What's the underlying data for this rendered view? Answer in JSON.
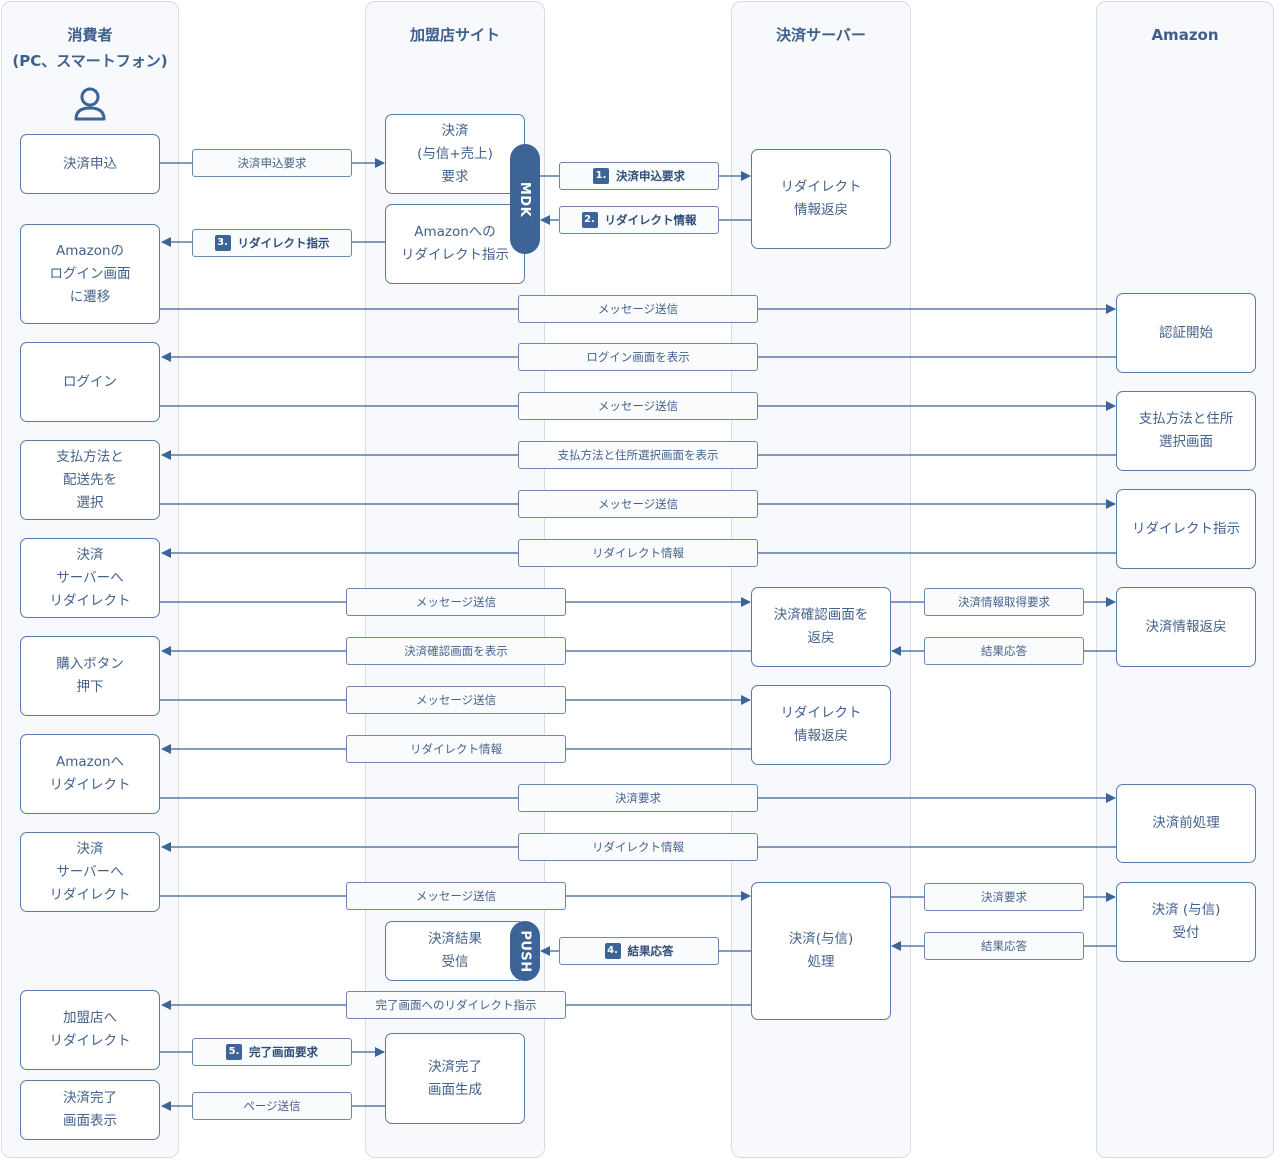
{
  "lanes": {
    "consumer": "消費者\n(PC、スマートフォン)",
    "merchant": "加盟店サイト",
    "payment_server": "決済サーバー",
    "amazon": "Amazon"
  },
  "icons": {
    "consumer": "person-icon"
  },
  "boxes": {
    "c1": "決済申込",
    "c2": "Amazonの\nログイン画面\nに遷移",
    "c3": "ログイン",
    "c4": "支払方法と\n配送先を\n選択",
    "c5": "決済\nサーバーへ\nリダイレクト",
    "c6": "購入ボタン\n押下",
    "c7": "Amazonへ\nリダイレクト",
    "c8": "決済\nサーバーへ\nリダイレクト",
    "c9": "加盟店へ\nリダイレクト",
    "c10": "決済完了\n画面表示",
    "m1": "決済\n(与信+売上)\n要求",
    "m2": "Amazonへの\nリダイレクト指示",
    "m3": "決済結果\n受信",
    "m4": "決済完了\n画面生成",
    "s1": "リダイレクト\n情報返戻",
    "s2": "決済確認画面を\n返戻",
    "s3": "リダイレクト\n情報返戻",
    "s4": "決済(与信)\n処理",
    "a1": "認証開始",
    "a2": "支払方法と住所\n選択画面",
    "a3": "リダイレクト指示",
    "a4": "決済情報返戻",
    "a5": "決済前処理",
    "a6": "決済 (与信)\n受付"
  },
  "pills": {
    "mdk": "MDK",
    "push": "PUSH"
  },
  "labels": {
    "l1": "決済申込要求",
    "l2_num": "1.",
    "l2": "決済申込要求",
    "l3_num": "2.",
    "l3": "リダイレクト情報",
    "l4_num": "3.",
    "l4": "リダイレクト指示",
    "l5": "メッセージ送信",
    "l6": "ログイン画面を表示",
    "l7": "メッセージ送信",
    "l8": "支払方法と住所選択画面を表示",
    "l9": "メッセージ送信",
    "l10": "リダイレクト情報",
    "l11": "メッセージ送信",
    "l12": "決済情報取得要求",
    "l13": "決済確認画面を表示",
    "l14": "結果応答",
    "l15": "メッセージ送信",
    "l16": "リダイレクト情報",
    "l17": "決済要求",
    "l18": "リダイレクト情報",
    "l19": "メッセージ送信",
    "l20": "決済要求",
    "l21_num": "4.",
    "l21": "結果応答",
    "l22": "結果応答",
    "l23": "完了画面へのリダイレクト指示",
    "l24_num": "5.",
    "l24": "完了画面要求",
    "l25": "ページ送信"
  },
  "colors": {
    "line": "#5a7aa6",
    "accent": "#3d6497",
    "lane_bg": "#f7f9fc"
  }
}
